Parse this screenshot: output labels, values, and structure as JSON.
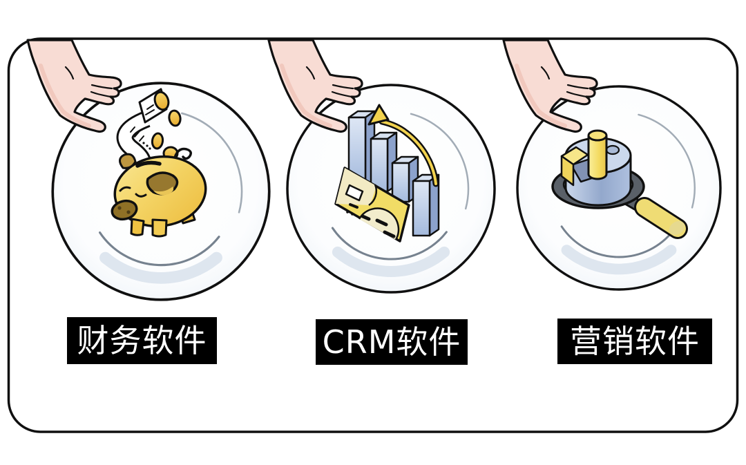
{
  "items": [
    {
      "label": "财务软件",
      "icon": "piggy-bank-coins-receipt-icon"
    },
    {
      "label": "CRM软件",
      "icon": "bar-chart-credit-card-arrow-icon"
    },
    {
      "label": "营销软件",
      "icon": "magnifier-pie-chart-icon"
    }
  ],
  "colors": {
    "background": "#FFFFFF",
    "frame_border": "#101010",
    "label_background": "#000000",
    "label_text": "#FFFFFF",
    "hand_skin": "#F8DCD4",
    "hand_shade": "#EFC5BA",
    "plate_tint": "#E8EEF5",
    "gold": "#F3CC52",
    "coin_gold": "#EFC244",
    "bar_blue": "#A4BADD",
    "card_yellow": "#F1DC66",
    "arrow_yellow": "#F2D24E",
    "magnifier_gray": "#5A6068",
    "handle_yellow": "#EFDC74",
    "pie_blue": "#CBD8EC",
    "pie_yellow": "#F3DA5F"
  }
}
